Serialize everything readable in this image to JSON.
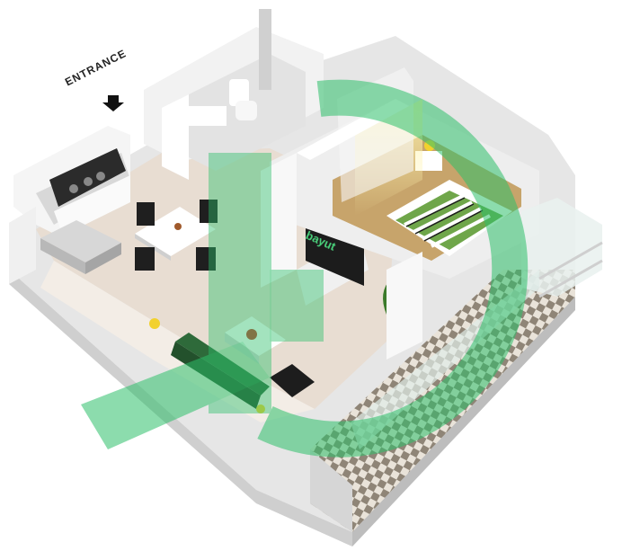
{
  "floorplan": {
    "entrance_label": "ENTRANCE",
    "tv_logo_text": "bayut",
    "colors": {
      "wall": "#f1f1f1",
      "wall_shadow": "#dcdcdc",
      "floor": "#e8ddd2",
      "bedroom_floor": "#c7a46b",
      "watermark_green": "#2fbf6b",
      "bed_accent": "#6fa64a",
      "sofa": "#2e6a3a"
    },
    "icons": [
      "arrow-down-icon",
      "bayut-watermark-icon"
    ],
    "rooms": [
      "entrance",
      "kitchen",
      "bathroom",
      "dining",
      "living",
      "bedroom",
      "balcony"
    ]
  }
}
